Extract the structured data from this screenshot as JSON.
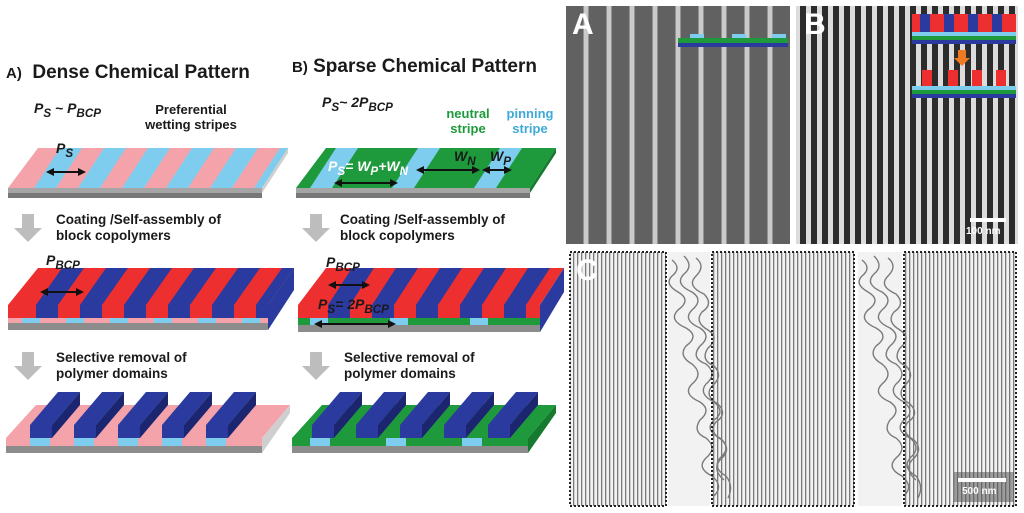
{
  "panel_a": {
    "label": "A)",
    "title": "Dense Chemical Pattern",
    "relation": "P",
    "relation_sub": "S",
    "relation_mid": " ~ P",
    "relation_sub2": "BCP",
    "stripe_note_line1": "Preferential",
    "stripe_note_line2": "wetting stripes",
    "ps_label": "P",
    "ps_sub": "S",
    "pbcp_label": "P",
    "pbcp_sub": "BCP",
    "step1_line1": "Coating /Self-assembly of",
    "step1_line2": "block copolymers",
    "step2_line1": "Selective removal of",
    "step2_line2": "polymer domains"
  },
  "panel_b": {
    "label": "B)",
    "title": "Sparse Chemical Pattern",
    "relation": "P",
    "relation_sub": "S",
    "relation_mid": "~ 2P",
    "relation_sub2": "BCP",
    "neutral_line1": "neutral",
    "neutral_line2": "stripe",
    "pinning_line1": "pinning",
    "pinning_line2": "stripe",
    "ps_eq": "P",
    "ps_eq_sub": "S",
    "ps_eq_mid": "= W",
    "ps_eq_sub2": "P",
    "ps_eq_plus": "+W",
    "ps_eq_sub3": "N",
    "wn_label": "W",
    "wn_sub": "N",
    "wp_label": "W",
    "wp_sub": "P",
    "step1_line1": "Coating /Self-assembly of",
    "step1_line2": "block copolymers",
    "pbcp_label": "P",
    "pbcp_sub": "BCP",
    "ps2_label": "P",
    "ps2_sub": "S",
    "ps2_mid": "= 2P",
    "ps2_sub2": "BCP",
    "step2_line1": "Selective removal of",
    "step2_line2": "polymer domains"
  },
  "micrographs": {
    "a_letter": "A",
    "b_letter": "B",
    "c_letter": "C",
    "scale_b": "100 nm",
    "scale_c": "500 nm"
  },
  "colors": {
    "pink": "#f4a3aa",
    "light_blue": "#7fcdee",
    "red": "#ee2f2f",
    "dark_blue": "#2b3a9e",
    "green": "#1e9a3c",
    "gray_base": "#8c8c8c",
    "arrow_gray": "#bdbdbd",
    "orange": "#f07a22"
  }
}
